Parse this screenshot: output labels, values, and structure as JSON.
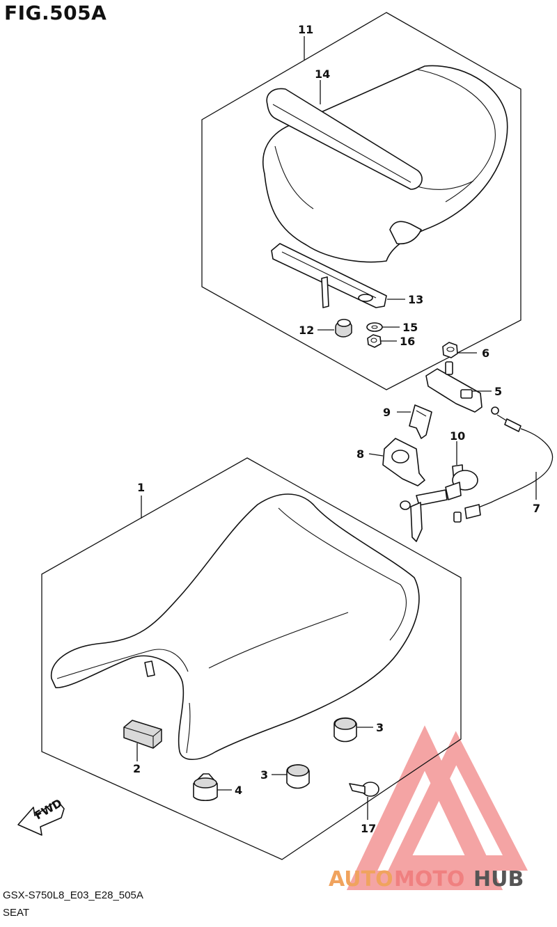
{
  "figure": {
    "title": "FIG.505A",
    "code": "GSX-S750L8_E03_E28_505A",
    "caption": "SEAT"
  },
  "callouts": [
    {
      "id": "c1",
      "text": "1"
    },
    {
      "id": "c2",
      "text": "2"
    },
    {
      "id": "c3a",
      "text": "3"
    },
    {
      "id": "c3b",
      "text": "3"
    },
    {
      "id": "c4",
      "text": "4"
    },
    {
      "id": "c5",
      "text": "5"
    },
    {
      "id": "c6",
      "text": "6"
    },
    {
      "id": "c7",
      "text": "7"
    },
    {
      "id": "c8",
      "text": "8"
    },
    {
      "id": "c9",
      "text": "9"
    },
    {
      "id": "c10",
      "text": "10"
    },
    {
      "id": "c11",
      "text": "11"
    },
    {
      "id": "c12",
      "text": "12"
    },
    {
      "id": "c13",
      "text": "13"
    },
    {
      "id": "c14",
      "text": "14"
    },
    {
      "id": "c15",
      "text": "15"
    },
    {
      "id": "c16",
      "text": "16"
    },
    {
      "id": "c17",
      "text": "17"
    }
  ],
  "fwd_arrow": {
    "label": "FWD"
  },
  "watermark": {
    "part1": "AUTO",
    "part2": "MOTO",
    "part3": "HUB",
    "color_primary": "#f0a35e",
    "color_secondary": "#f08080",
    "color_dark": "#555555",
    "logo_color": "#f4a0a0"
  }
}
